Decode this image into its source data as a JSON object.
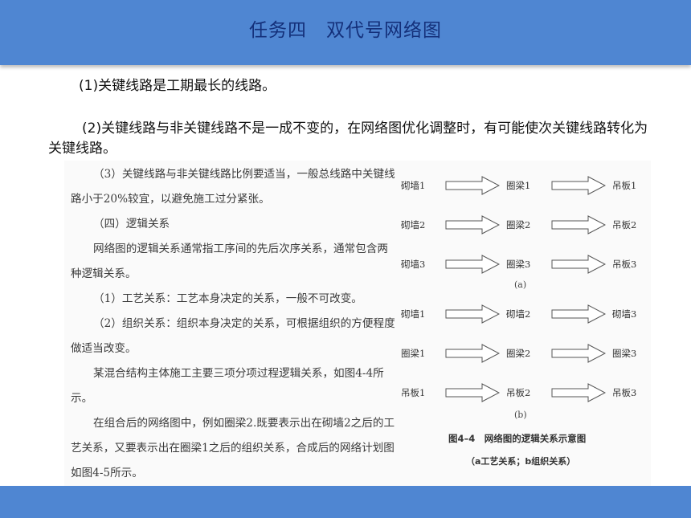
{
  "slide": {
    "title": "任务四　双代号网络图",
    "para1": "(1)关键线路是工期最长的线路。",
    "para2": "(2)关键线路与非关键线路不是一成不变的，在网络图优化调整时，有可能使次关键线路转化为关键线路。"
  },
  "scan": {
    "lines": [
      "（3）关键线路与非关键线路比例要适当，一般总线路中关键线路小于20%较宜，以避免施工过分紧张。",
      "（四）逻辑关系",
      "网络图的逻辑关系通常指工序间的先后次序关系，通常包含两种逻辑关系。",
      "（1）工艺关系：工艺本身决定的关系，一般不可改变。",
      "（2）组织关系：组织本身决定的关系，可根据组织的方便程度做适当改变。",
      "某混合结构主体施工主要三项分项过程逻辑关系，如图4-4所示。",
      "在组合后的网络图中，例如圈梁2.既要表示出在砌墙2之后的工艺关系，又要表示出在圈梁1之后的组织关系，合成后的网络计划图如图4-5所示。"
    ]
  },
  "figure": {
    "group_a": [
      [
        "砌墙1",
        "圈梁1",
        "吊板1"
      ],
      [
        "砌墙2",
        "圈梁2",
        "吊板2"
      ],
      [
        "砌墙3",
        "圈梁3",
        "吊板3"
      ]
    ],
    "label_a": "(a)",
    "group_b": [
      [
        "砌墙1",
        "砌墙2",
        "砌墙3"
      ],
      [
        "圈梁1",
        "圈梁2",
        "圈梁3"
      ],
      [
        "吊板1",
        "吊板2",
        "吊板3"
      ]
    ],
    "label_b": "(b)",
    "caption": "图4–4　网络图的逻辑关系示意图",
    "caption_sub": "（a工艺关系；b组织关系）"
  }
}
